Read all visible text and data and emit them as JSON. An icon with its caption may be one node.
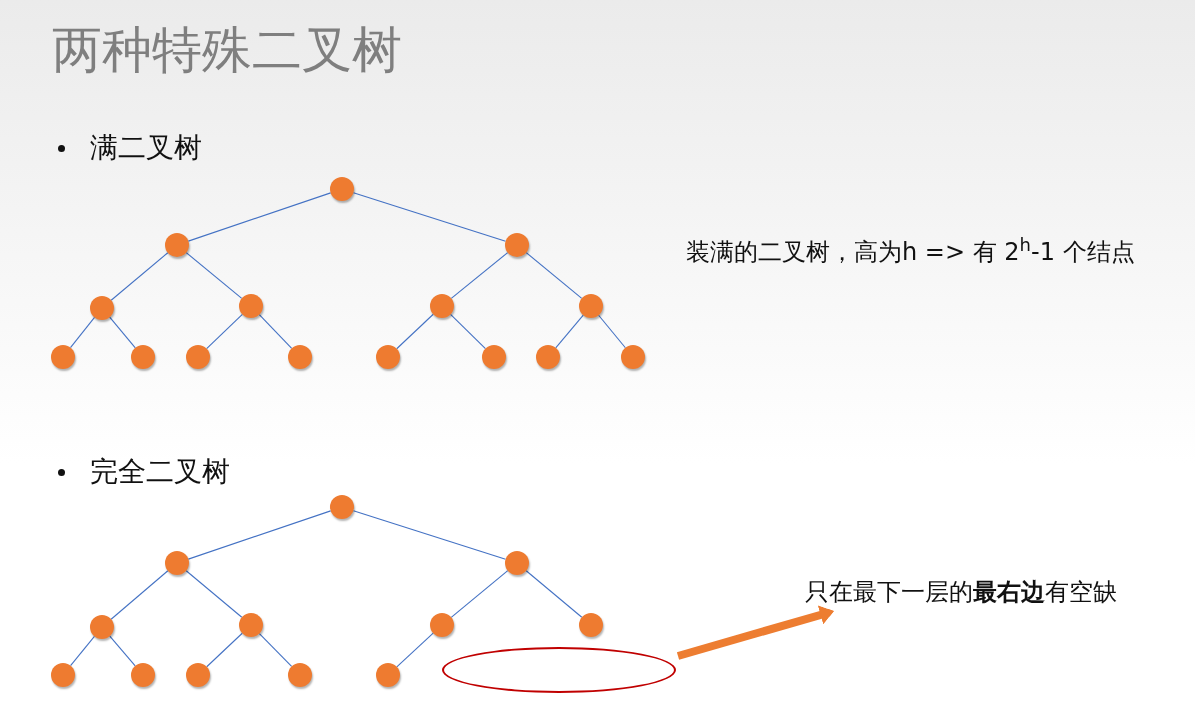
{
  "diagram": {
    "title": "两种特殊二叉树",
    "nodes": [
      {
        "text": [],
        "shape": "circle"
      },
      {
        "text": [],
        "shape": "circle"
      },
      {
        "text": [],
        "shape": "circle"
      },
      {
        "text": [],
        "shape": "circle"
      },
      {
        "text": [],
        "shape": "circle"
      },
      {
        "text": [],
        "shape": "circle"
      },
      {
        "text": [],
        "shape": "circle"
      },
      {
        "text": [],
        "shape": "circle"
      },
      {
        "text": [],
        "shape": "circle"
      },
      {
        "text": [],
        "shape": "circle"
      },
      {
        "text": [],
        "shape": "circle"
      },
      {
        "text": [],
        "shape": "circle"
      },
      {
        "text": [],
        "shape": "circle"
      },
      {
        "text": [],
        "shape": "circle"
      },
      {
        "text": [],
        "shape": "circle"
      },
      {
        "text": [],
        "shape": "circle"
      },
      {
        "text": [],
        "shape": "circle"
      },
      {
        "text": [],
        "shape": "circle"
      },
      {
        "text": [],
        "shape": "circle"
      },
      {
        "text": [],
        "shape": "circle"
      },
      {
        "text": [],
        "shape": "circle"
      },
      {
        "text": [],
        "shape": "circle"
      },
      {
        "text": [],
        "shape": "circle"
      },
      {
        "text": [],
        "shape": "circle"
      },
      {
        "text": [],
        "shape": "circle"
      },
      {
        "text": [],
        "shape": "circle"
      },
      {
        "text": [],
        "shape": "circle"
      },
      {
        "text": [],
        "shape": "ellipse"
      },
      {
        "text": [
          "只在最下一层的**最右边**有空缺"
        ]
      }
    ],
    "edges": [
      {
        "from": 0,
        "to": 1,
        "arrow": "none"
      },
      {
        "from": 0,
        "to": 2,
        "arrow": "none"
      },
      {
        "from": 1,
        "to": 3,
        "arrow": "none"
      },
      {
        "from": 1,
        "to": 4,
        "arrow": "none"
      },
      {
        "from": 2,
        "to": 5,
        "arrow": "none"
      },
      {
        "from": 2,
        "to": 6,
        "arrow": "none"
      },
      {
        "from": 3,
        "to": 7,
        "arrow": "none"
      },
      {
        "from": 3,
        "to": 8,
        "arrow": "none"
      },
      {
        "from": 4,
        "to": 9,
        "arrow": "none"
      },
      {
        "from": 4,
        "to": 10,
        "arrow": "none"
      },
      {
        "from": 5,
        "to": 11,
        "arrow": "none"
      },
      {
        "from": 5,
        "to": 12,
        "arrow": "none"
      },
      {
        "from": 6,
        "to": 13,
        "arrow": "none"
      },
      {
        "from": 6,
        "to": 14,
        "arrow": "none"
      },
      {
        "from": 15,
        "to": 16,
        "arrow": "none"
      },
      {
        "from": 15,
        "to": 17,
        "arrow": "none"
      },
      {
        "from": 16,
        "to": 18,
        "arrow": "none"
      },
      {
        "from": 16,
        "to": 19,
        "arrow": "none"
      },
      {
        "from": 17,
        "to": 20,
        "arrow": "none"
      },
      {
        "from": 17,
        "to": 21,
        "arrow": "none"
      },
      {
        "from": 18,
        "to": 22,
        "arrow": "none"
      },
      {
        "from": 18,
        "to": 23,
        "arrow": "none"
      },
      {
        "from": 19,
        "to": 24,
        "arrow": "none"
      },
      {
        "from": 19,
        "to": 25,
        "arrow": "none"
      },
      {
        "from": 20,
        "to": 26,
        "arrow": "none"
      },
      {
        "from": 27,
        "to": 28,
        "arrow": "to",
        "style": "thick",
        "color": "#ed7d31"
      }
    ],
    "labels": [
      "满二叉树",
      "装满的二叉树，高为h => 有 2$^{h}$-1 个结点",
      "完全二叉树"
    ]
  }
}
